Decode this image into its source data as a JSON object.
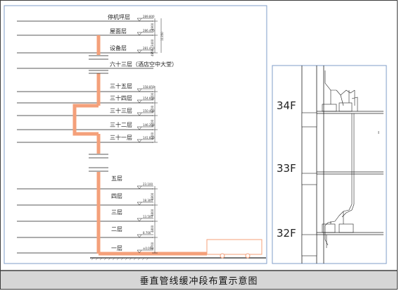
{
  "caption": "垂直管线缓冲段布置示意图",
  "colors": {
    "pipe": "#f4a07a",
    "frame": "#7f9cc9",
    "line": "#222222"
  },
  "left_diagram": {
    "floors": [
      {
        "label": "停机坪层",
        "elev": "289.800"
      },
      {
        "label": "屋面层",
        "elev": "286.400"
      },
      {
        "label": "设备层",
        "elev": "281.450"
      },
      {
        "label": "六十三层（酒店空中大堂）",
        "elev": ""
      },
      {
        "label": "三十五层",
        "elev": "158.850"
      },
      {
        "label": "三十四层",
        "elev": "154.650"
      },
      {
        "label": "三十三层",
        "elev": "150.450"
      },
      {
        "label": "三十二层",
        "elev": "146.250"
      },
      {
        "label": "三十一层",
        "elev": "141.850"
      },
      {
        "label": "五层",
        "elev": "23.100"
      },
      {
        "label": "四层",
        "elev": "18.300"
      },
      {
        "label": "三层",
        "elev": "13.500"
      },
      {
        "label": "二层",
        "elev": "8.700"
      },
      {
        "label": "一层",
        "elev": "±0.000"
      }
    ],
    "dims": [
      "4900",
      "3400",
      "4950",
      "11350",
      "4200",
      "4200",
      "4200",
      "4400",
      "4800",
      "4800",
      "4800",
      "8700"
    ]
  },
  "right_diagram": {
    "floors": [
      "34F",
      "33F",
      "32F"
    ]
  }
}
